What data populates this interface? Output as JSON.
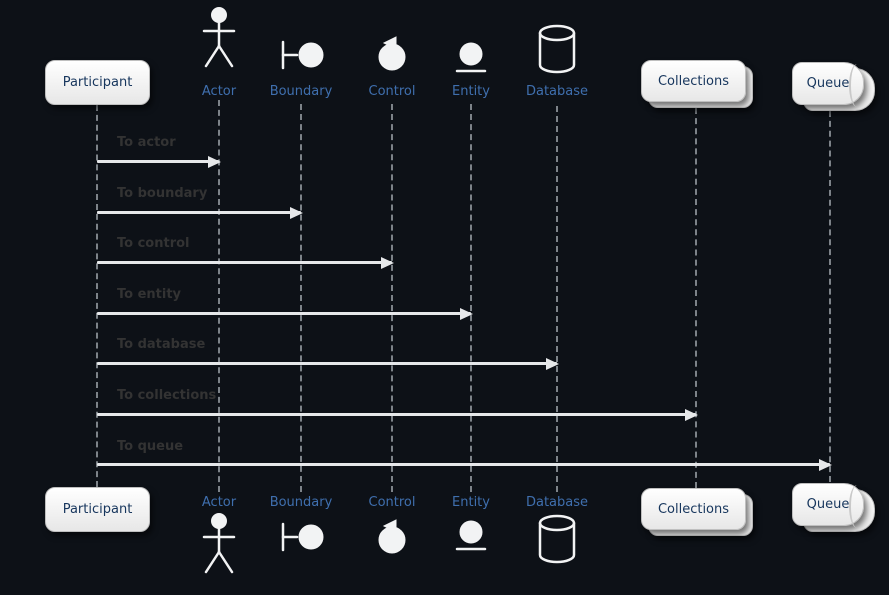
{
  "diagram_type": "sequence",
  "background_color": "#0d1117",
  "colors": {
    "participant_box_text": "#17365d",
    "stereotype_label": "#3f6fae",
    "lifeline": "#9aa0a6",
    "arrow": "#e6e8ea",
    "message_text": "#333333",
    "icon": "#f2f3f4"
  },
  "participants": [
    {
      "label": "Participant",
      "kind": "participant"
    },
    {
      "label": "Actor",
      "kind": "actor"
    },
    {
      "label": "Boundary",
      "kind": "boundary"
    },
    {
      "label": "Control",
      "kind": "control"
    },
    {
      "label": "Entity",
      "kind": "entity"
    },
    {
      "label": "Database",
      "kind": "database"
    },
    {
      "label": "Collections",
      "kind": "collections"
    },
    {
      "label": "Queue",
      "kind": "queue"
    }
  ],
  "messages": [
    {
      "from": "Participant",
      "to": "Actor",
      "label": "To actor"
    },
    {
      "from": "Participant",
      "to": "Boundary",
      "label": "To boundary"
    },
    {
      "from": "Participant",
      "to": "Control",
      "label": "To control"
    },
    {
      "from": "Participant",
      "to": "Entity",
      "label": "To entity"
    },
    {
      "from": "Participant",
      "to": "Database",
      "label": "To database"
    },
    {
      "from": "Participant",
      "to": "Collections",
      "label": "To collections"
    },
    {
      "from": "Participant",
      "to": "Queue",
      "label": "To queue"
    }
  ]
}
